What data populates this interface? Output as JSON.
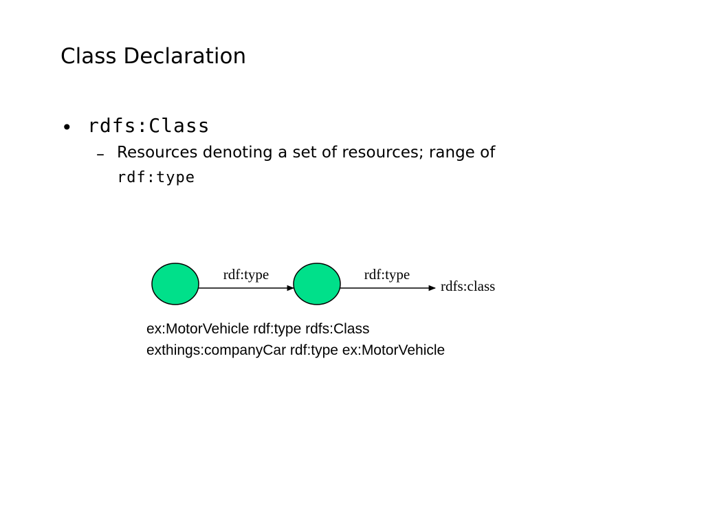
{
  "slide": {
    "title": "Class Declaration",
    "bullet": {
      "dot": "•",
      "text": "rdfs:Class"
    },
    "subbullet": {
      "dash": "–",
      "text": "Resources denoting a set of resources; range of",
      "code": "rdf:type"
    }
  },
  "diagram": {
    "node_color": "#00e08a",
    "edge1_label": "rdf:type",
    "edge2_label": "rdf:type",
    "target_label": "rdfs:class"
  },
  "triples": [
    "ex:MotorVehicle rdf:type rdfs:Class",
    "exthings:companyCar rdf:type ex:MotorVehicle"
  ]
}
